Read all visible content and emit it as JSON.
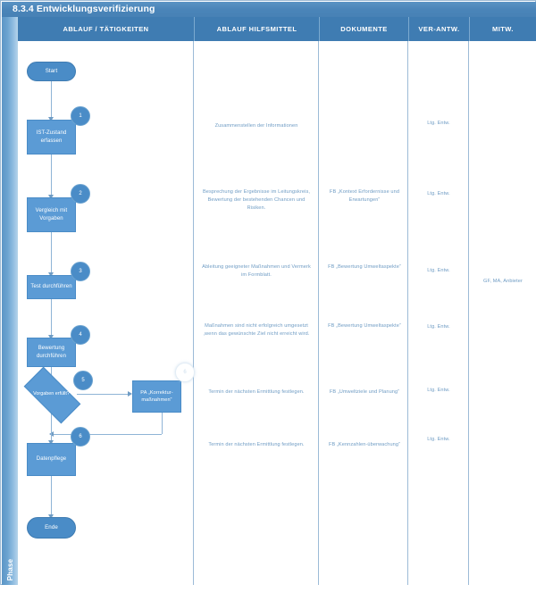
{
  "document": {
    "title": "8.3.4 Entwicklungsverifizierung",
    "phase_label": "Phase"
  },
  "columns": [
    {
      "label": "ABLAUF / TÄTIGKEITEN",
      "key": "ablauf"
    },
    {
      "label": "ABLAUF HILFSMITTEL",
      "key": "hilfsmittel"
    },
    {
      "label": "DOKUMENTE",
      "key": "dokumente"
    },
    {
      "label": "VER-ANTW.",
      "key": "verantw"
    },
    {
      "label": "MITW.",
      "key": "mitw"
    }
  ],
  "flow": {
    "start": {
      "label": "Start",
      "shape": "terminator"
    },
    "end": {
      "label": "Ende",
      "shape": "terminator"
    },
    "steps": [
      {
        "number": "1",
        "label": "IST-Zustand erfassen",
        "shape": "process"
      },
      {
        "number": "2",
        "label": "Vergleich mit Vorgaben",
        "shape": "process"
      },
      {
        "number": "3",
        "label": "Test durchführen",
        "shape": "process"
      },
      {
        "number": "4",
        "label": "Bewertung durchführen",
        "shape": "process"
      },
      {
        "number": "5",
        "label": "Vorgaben erfüllt?",
        "shape": "decision"
      },
      {
        "number": "6",
        "label": "Datenpflege",
        "shape": "process"
      }
    ],
    "branch": {
      "number": "6",
      "label": "PA „Korrektur-maßnahmen“",
      "shape": "process"
    }
  },
  "rows": [
    {
      "hilfsmittel": "Zusammenstellen der Informationen",
      "dokumente": "",
      "verantw": "Ltg. Entw.",
      "mitw": ""
    },
    {
      "hilfsmittel": "Besprechung der Ergebnisse im Leitungskreis, Bewertung der bestehenden Chancen und Risiken.",
      "dokumente": "FB „Kontext Erfordernisse und Erwartungen“",
      "verantw": "Ltg. Entw.",
      "mitw": ""
    },
    {
      "hilfsmittel": "Ableitung geeigneter Maßnahmen und Vermerk im Formblatt.",
      "dokumente": "FB „Bewertung Umweltaspekte“",
      "verantw": "Ltg. Entw.",
      "mitw": ""
    },
    {
      "hilfsmittel": "Maßnahmen sind nicht erfolgreich umgesetzt ,wenn das gewünschte Ziel nicht erreicht wird.",
      "dokumente": "FB „Bewertung Umweltaspekte“",
      "verantw": "Ltg. Entw.",
      "mitw": "GF, MA, Anbieter"
    },
    {
      "hilfsmittel": "Termin der nächsten Ermittlung festlegen.",
      "dokumente": "FB „Umweltziele und Planung“",
      "verantw": "Ltg. Entw.",
      "mitw": ""
    },
    {
      "hilfsmittel": "Termin der nächsten Ermittlung festlegen.",
      "dokumente": "FB „Kennzahlen-überwachung“",
      "verantw": "Ltg. Entw.",
      "mitw": ""
    }
  ],
  "colors": {
    "title_bar": "#4a85b9",
    "header_row": "#3f7cb2",
    "shape_fill": "#5b9bd5",
    "terminator_fill": "#4a8cc7",
    "badge_fill": "#4a8cc7",
    "text_blue": "#6f9cc4",
    "connector": "#8fb4d6"
  }
}
